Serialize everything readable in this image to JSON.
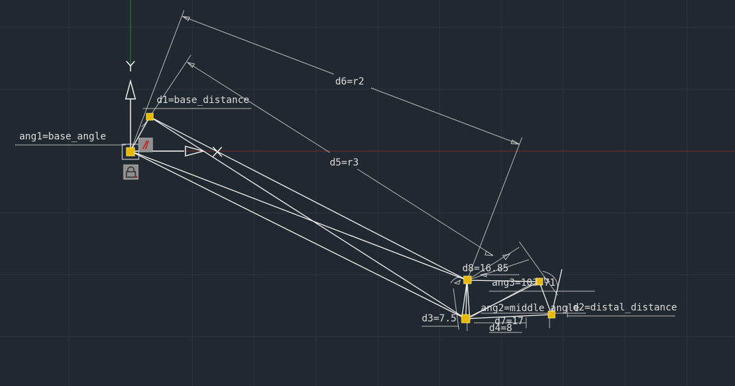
{
  "canvas": {
    "background": "#212830",
    "grid_color": "#2c333b",
    "x_axis_color": "#7a2a2a",
    "y_axis_color": "#2d7a2d",
    "geometry_color": "#f2f2f2",
    "grip_color": "#e8b800"
  },
  "ucs": {
    "x_label": "X",
    "y_label": "Y"
  },
  "dimensions": {
    "ang1": "ang1=base_angle",
    "d1": "d1=base_distance",
    "d6": "d6=r2",
    "d5": "d5=r3",
    "d8": "d8=16.85",
    "ang3": "ang3=103.71",
    "ang2": "ang2=middle_angle",
    "d2": "d2=distal_distance",
    "d3": "d3=7.5",
    "d7": "d7=17",
    "d4": "d4=8"
  },
  "icons": {
    "constraint_marker": "parallel-constraint-icon",
    "lock": "lock-icon",
    "origin_grip": "origin-grip-icon"
  }
}
